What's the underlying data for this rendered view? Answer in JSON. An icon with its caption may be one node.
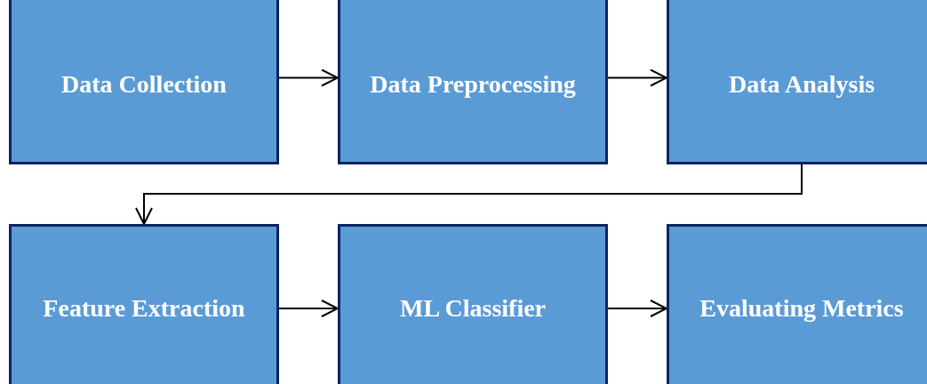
{
  "diagram": {
    "nodes": [
      {
        "text": [
          "Data Collection"
        ]
      },
      {
        "text": [
          "Data Preprocessing"
        ]
      },
      {
        "text": [
          "Data Analysis"
        ]
      },
      {
        "text": [
          "Feature Extraction"
        ]
      },
      {
        "text": [
          "ML Classifier"
        ]
      },
      {
        "text": [
          "Evaluating Metrics"
        ]
      }
    ],
    "edges": [
      {
        "from": 0,
        "to": 1,
        "arrow": "to"
      },
      {
        "from": 1,
        "to": 2,
        "arrow": "to"
      },
      {
        "from": 2,
        "to": 3,
        "arrow": "to"
      },
      {
        "from": 3,
        "to": 4,
        "arrow": "to"
      },
      {
        "from": 4,
        "to": 5,
        "arrow": "to"
      }
    ]
  }
}
